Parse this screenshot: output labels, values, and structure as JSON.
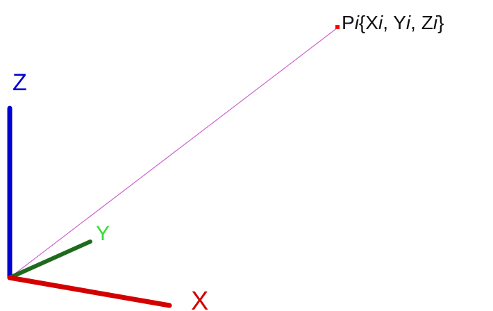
{
  "axes": {
    "x": {
      "label": "X",
      "color": "#d40000"
    },
    "y": {
      "label": "Y",
      "color": "#1e6b1e",
      "label_color": "#33dd33"
    },
    "z": {
      "label": "Z",
      "color": "#0000d0"
    }
  },
  "point": {
    "prefix": "P",
    "sub1": "i",
    "open": "{X",
    "sub2": "i",
    "mid1": ", Y",
    "sub3": "i",
    "mid2": ", Z",
    "sub4": "i",
    "close": "}",
    "marker_color": "#ff0000"
  },
  "ray": {
    "color": "#cc66cc"
  }
}
